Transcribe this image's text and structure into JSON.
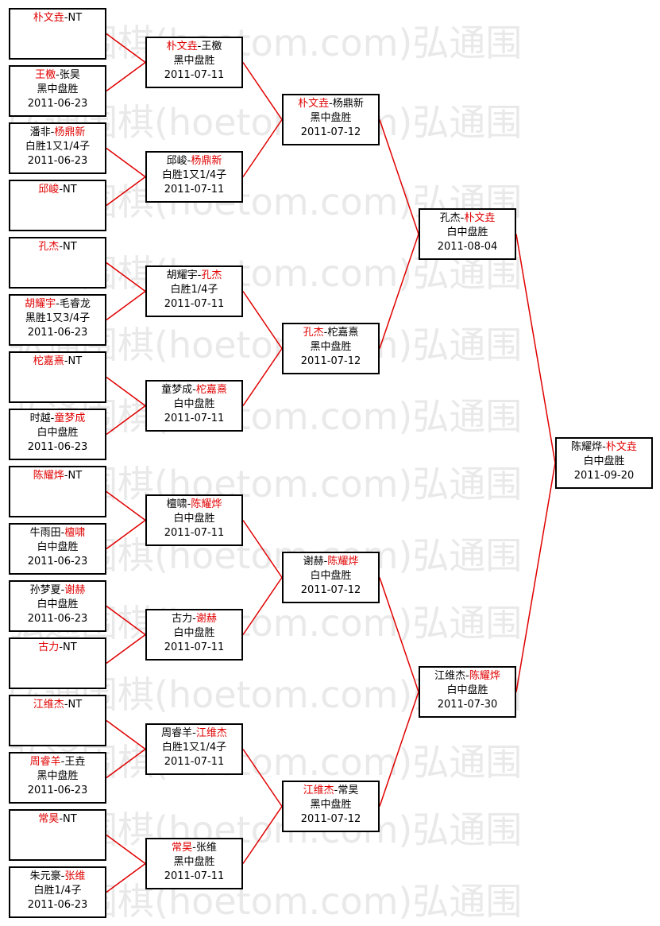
{
  "watermark": "弘通围棋(hoetom.com)弘通围",
  "colors": {
    "winner": "#e00000",
    "line": "#e00000",
    "border": "#000000"
  },
  "rounds": [
    [
      {
        "p1": "朴文垚",
        "p2": "NT",
        "winner": 1,
        "result": "",
        "date": ""
      },
      {
        "p1": "王檄",
        "p2": "张昊",
        "winner": 1,
        "result": "黑中盘胜",
        "date": "2011-06-23"
      },
      {
        "p1": "潘非",
        "p2": "杨鼎新",
        "winner": 2,
        "result": "白胜1又1/4子",
        "date": "2011-06-23"
      },
      {
        "p1": "邱峻",
        "p2": "NT",
        "winner": 1,
        "result": "",
        "date": ""
      },
      {
        "p1": "孔杰",
        "p2": "NT",
        "winner": 1,
        "result": "",
        "date": ""
      },
      {
        "p1": "胡耀宇",
        "p2": "毛睿龙",
        "winner": 1,
        "result": "黑胜1又3/4子",
        "date": "2011-06-23"
      },
      {
        "p1": "柁嘉熹",
        "p2": "NT",
        "winner": 1,
        "result": "",
        "date": ""
      },
      {
        "p1": "时越",
        "p2": "童梦成",
        "winner": 2,
        "result": "白中盘胜",
        "date": "2011-06-23"
      },
      {
        "p1": "陈耀烨",
        "p2": "NT",
        "winner": 1,
        "result": "",
        "date": ""
      },
      {
        "p1": "牛雨田",
        "p2": "檀啸",
        "winner": 2,
        "result": "白中盘胜",
        "date": "2011-06-23"
      },
      {
        "p1": "孙梦夏",
        "p2": "谢赫",
        "winner": 2,
        "result": "白中盘胜",
        "date": "2011-06-23"
      },
      {
        "p1": "古力",
        "p2": "NT",
        "winner": 1,
        "result": "",
        "date": ""
      },
      {
        "p1": "江维杰",
        "p2": "NT",
        "winner": 1,
        "result": "",
        "date": ""
      },
      {
        "p1": "周睿羊",
        "p2": "王垚",
        "winner": 1,
        "result": "黑中盘胜",
        "date": "2011-06-23"
      },
      {
        "p1": "常昊",
        "p2": "NT",
        "winner": 1,
        "result": "",
        "date": ""
      },
      {
        "p1": "朱元豪",
        "p2": "张维",
        "winner": 2,
        "result": "白胜1/4子",
        "date": "2011-06-23"
      }
    ],
    [
      {
        "p1": "朴文垚",
        "p2": "王檄",
        "winner": 1,
        "result": "黑中盘胜",
        "date": "2011-07-11"
      },
      {
        "p1": "邱峻",
        "p2": "杨鼎新",
        "winner": 2,
        "result": "白胜1又1/4子",
        "date": "2011-07-11"
      },
      {
        "p1": "胡耀宇",
        "p2": "孔杰",
        "winner": 2,
        "result": "白胜1/4子",
        "date": "2011-07-11"
      },
      {
        "p1": "童梦成",
        "p2": "柁嘉熹",
        "winner": 2,
        "result": "白中盘胜",
        "date": "2011-07-11"
      },
      {
        "p1": "檀啸",
        "p2": "陈耀烨",
        "winner": 2,
        "result": "白中盘胜",
        "date": "2011-07-11"
      },
      {
        "p1": "古力",
        "p2": "谢赫",
        "winner": 2,
        "result": "白中盘胜",
        "date": "2011-07-11"
      },
      {
        "p1": "周睿羊",
        "p2": "江维杰",
        "winner": 2,
        "result": "白胜1又1/4子",
        "date": "2011-07-11"
      },
      {
        "p1": "常昊",
        "p2": "张维",
        "winner": 1,
        "result": "黑中盘胜",
        "date": "2011-07-11"
      }
    ],
    [
      {
        "p1": "朴文垚",
        "p2": "杨鼎新",
        "winner": 1,
        "result": "黑中盘胜",
        "date": "2011-07-12"
      },
      {
        "p1": "孔杰",
        "p2": "柁嘉熹",
        "winner": 1,
        "result": "黑中盘胜",
        "date": "2011-07-12"
      },
      {
        "p1": "谢赫",
        "p2": "陈耀烨",
        "winner": 2,
        "result": "白中盘胜",
        "date": "2011-07-12"
      },
      {
        "p1": "江维杰",
        "p2": "常昊",
        "winner": 1,
        "result": "黑中盘胜",
        "date": "2011-07-12"
      }
    ],
    [
      {
        "p1": "孔杰",
        "p2": "朴文垚",
        "winner": 2,
        "result": "白中盘胜",
        "date": "2011-08-04"
      },
      {
        "p1": "江维杰",
        "p2": "陈耀烨",
        "winner": 2,
        "result": "白中盘胜",
        "date": "2011-07-30"
      }
    ],
    [
      {
        "p1": "陈耀烨",
        "p2": "朴文垚",
        "winner": 2,
        "result": "白中盘胜",
        "date": "2011-09-20"
      }
    ]
  ]
}
